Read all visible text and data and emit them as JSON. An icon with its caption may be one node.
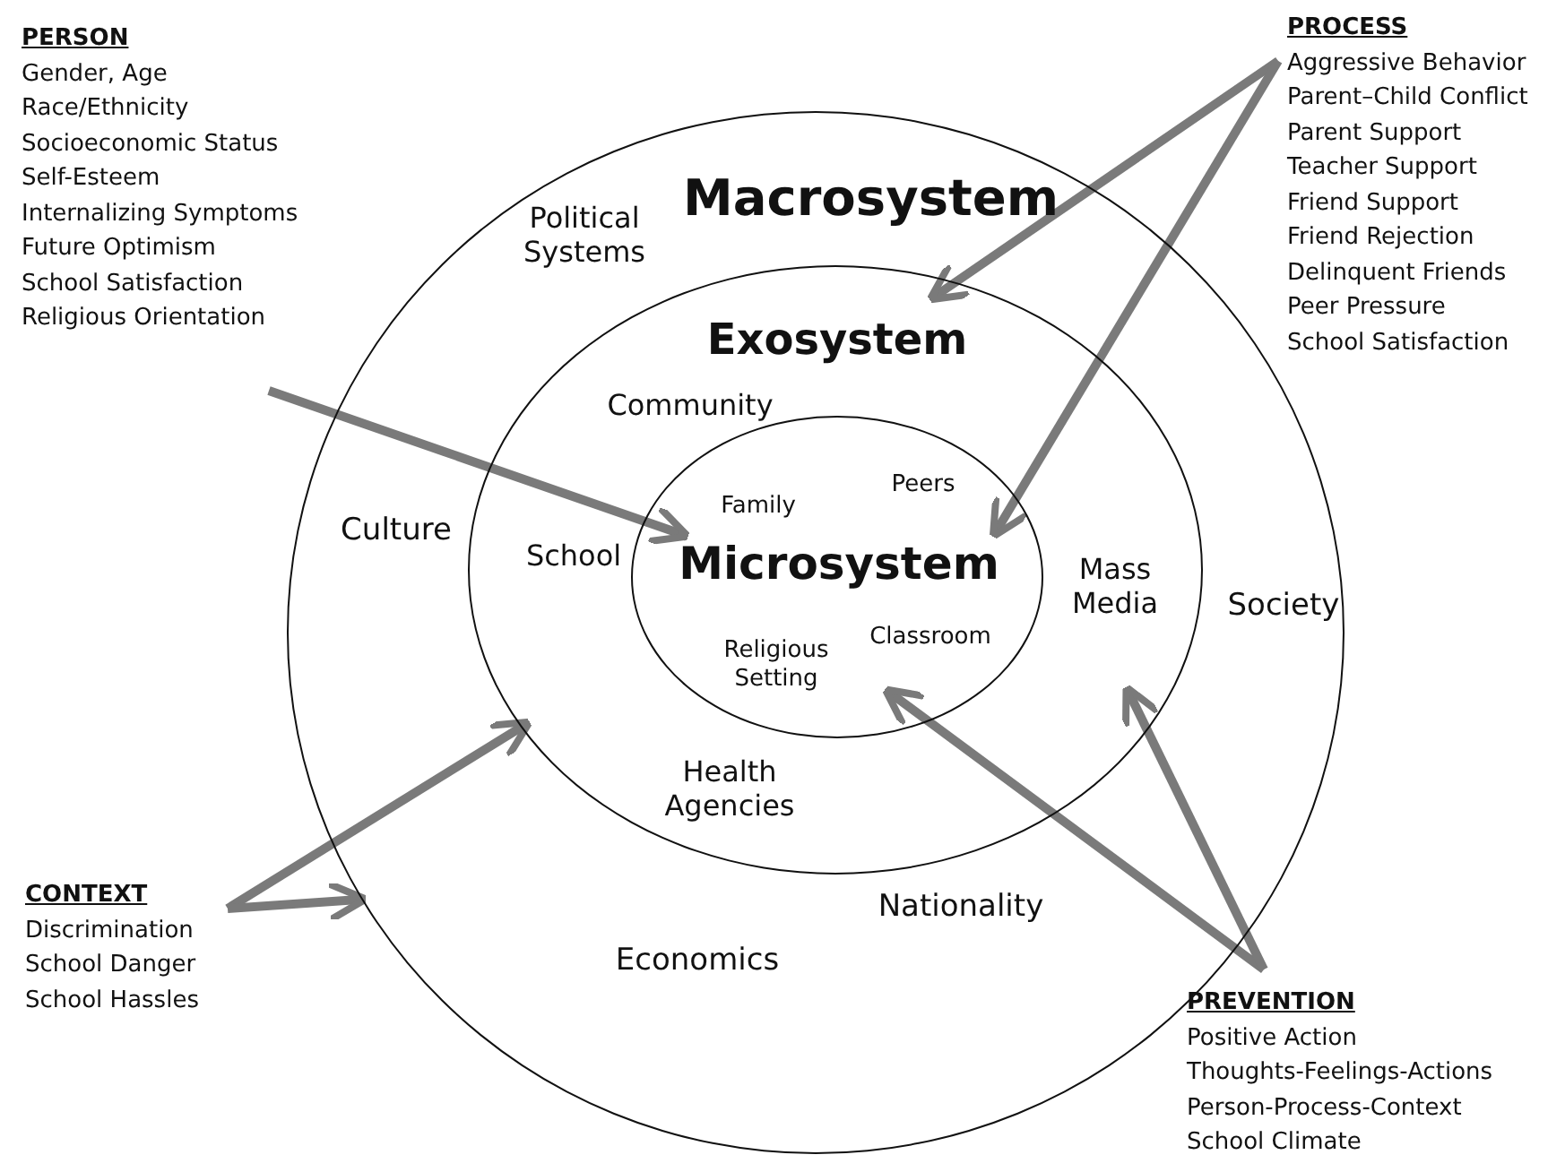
{
  "diagram": {
    "nodes": [
      {
        "text": [
          "Political Systems",
          "Macrosystem",
          "Culture",
          "Society",
          "Economics",
          "Nationality"
        ]
      },
      {
        "text": [
          "Exosystem",
          "Community",
          "School",
          "Mass Media",
          "Health Agencies"
        ],
        "in": 0
      },
      {
        "text": [
          "Microsystem",
          "Family",
          "Peers",
          "Religious Setting",
          "Classroom"
        ],
        "in": 1
      },
      {
        "text": [
          "PERSON",
          "Gender, Age",
          "Race/Ethnicity",
          "Socioeconomic Status",
          "Self-Esteem",
          "Internalizing Symptoms",
          "Future Optimism",
          "School Satisfaction",
          "Religious Orientation"
        ]
      },
      {
        "text": [
          "PROCESS",
          "Aggressive Behavior",
          "Parent–Child Conflict",
          "Parent Support",
          "Teacher Support",
          "Friend Support",
          "Friend Rejection",
          "Delinquent Friends",
          "Peer Pressure",
          "School Satisfaction"
        ]
      },
      {
        "text": [
          "CONTEXT",
          "Discrimination",
          "School Danger",
          "School Hassles"
        ]
      },
      {
        "text": [
          "PREVENTION",
          "Positive Action",
          "Thoughts-Feelings-Actions",
          "Person-Process-Context",
          "School Climate"
        ]
      }
    ],
    "edges": [
      {
        "from": 3,
        "to": 2,
        "arrow": "to"
      },
      {
        "from": 4,
        "to": 1,
        "arrow": "to"
      },
      {
        "from": 4,
        "to": 2,
        "arrow": "to"
      },
      {
        "from": 5,
        "to": 1,
        "arrow": "to"
      },
      {
        "from": 5,
        "to": 0,
        "arrow": "to"
      },
      {
        "from": 6,
        "to": 2,
        "arrow": "to"
      },
      {
        "from": 6,
        "to": 1,
        "arrow": "to"
      }
    ]
  }
}
